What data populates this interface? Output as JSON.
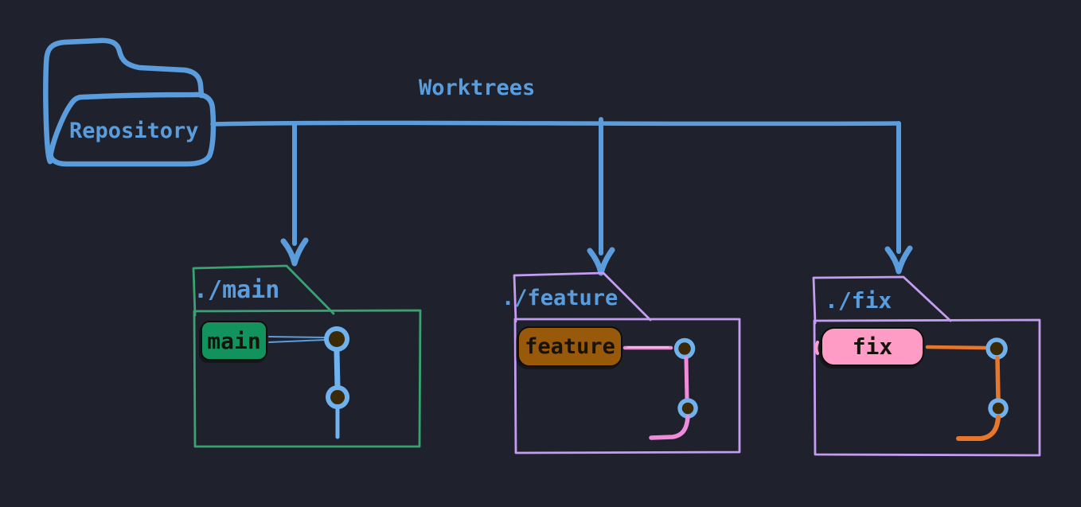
{
  "diagram": {
    "repository": {
      "label": "Repository"
    },
    "trunk_label": "Worktrees",
    "worktrees": [
      {
        "path": "./main",
        "branch": "main",
        "commit_count": 2,
        "graph_color_name": "blue"
      },
      {
        "path": "./feature",
        "branch": "feature",
        "commit_count": 2,
        "graph_color_name": "pink"
      },
      {
        "path": "./fix",
        "branch": "fix",
        "commit_count": 2,
        "graph_color_name": "orange"
      }
    ]
  },
  "colors": {
    "bg": "#1f222c",
    "accent-blue": "#5b9ddc",
    "folder-green": "#38a371",
    "folder-purple": "#c49df1",
    "badge-green": "#12935d",
    "badge-brown": "#99590a",
    "badge-pink": "#fe9cc5",
    "badge-border": "#0e0f0c",
    "badge-text": "#16130c",
    "graph-pink": "#ee8cd9",
    "graph-pink-light": "#f9c9ef",
    "graph-orange": "#e8772c",
    "commit-ring": "#6fb2ee",
    "commit-fill": "#3b2a07"
  }
}
